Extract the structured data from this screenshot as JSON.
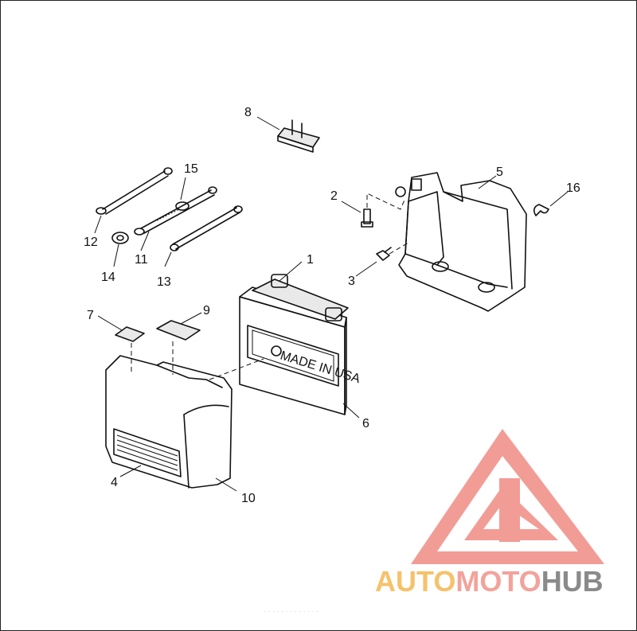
{
  "callouts": [
    {
      "id": "1",
      "label": "1"
    },
    {
      "id": "2",
      "label": "2"
    },
    {
      "id": "3",
      "label": "3"
    },
    {
      "id": "4",
      "label": "4"
    },
    {
      "id": "5",
      "label": "5"
    },
    {
      "id": "6",
      "label": "6"
    },
    {
      "id": "7",
      "label": "7"
    },
    {
      "id": "8",
      "label": "8"
    },
    {
      "id": "9",
      "label": "9"
    },
    {
      "id": "10",
      "label": "10"
    },
    {
      "id": "11",
      "label": "11"
    },
    {
      "id": "12",
      "label": "12"
    },
    {
      "id": "13",
      "label": "13"
    },
    {
      "id": "14",
      "label": "14"
    },
    {
      "id": "15",
      "label": "15"
    },
    {
      "id": "16",
      "label": "16"
    }
  ],
  "battery": {
    "face_text": "MADE IN USA"
  },
  "watermark": {
    "part1": "AUTO",
    "part2": "MOTO",
    "part3": "HUB",
    "color_auto": "#f5c26b",
    "color_moto": "#f2a39b",
    "color_hub": "#8a8a8a",
    "logo_color": "#f08b84"
  }
}
